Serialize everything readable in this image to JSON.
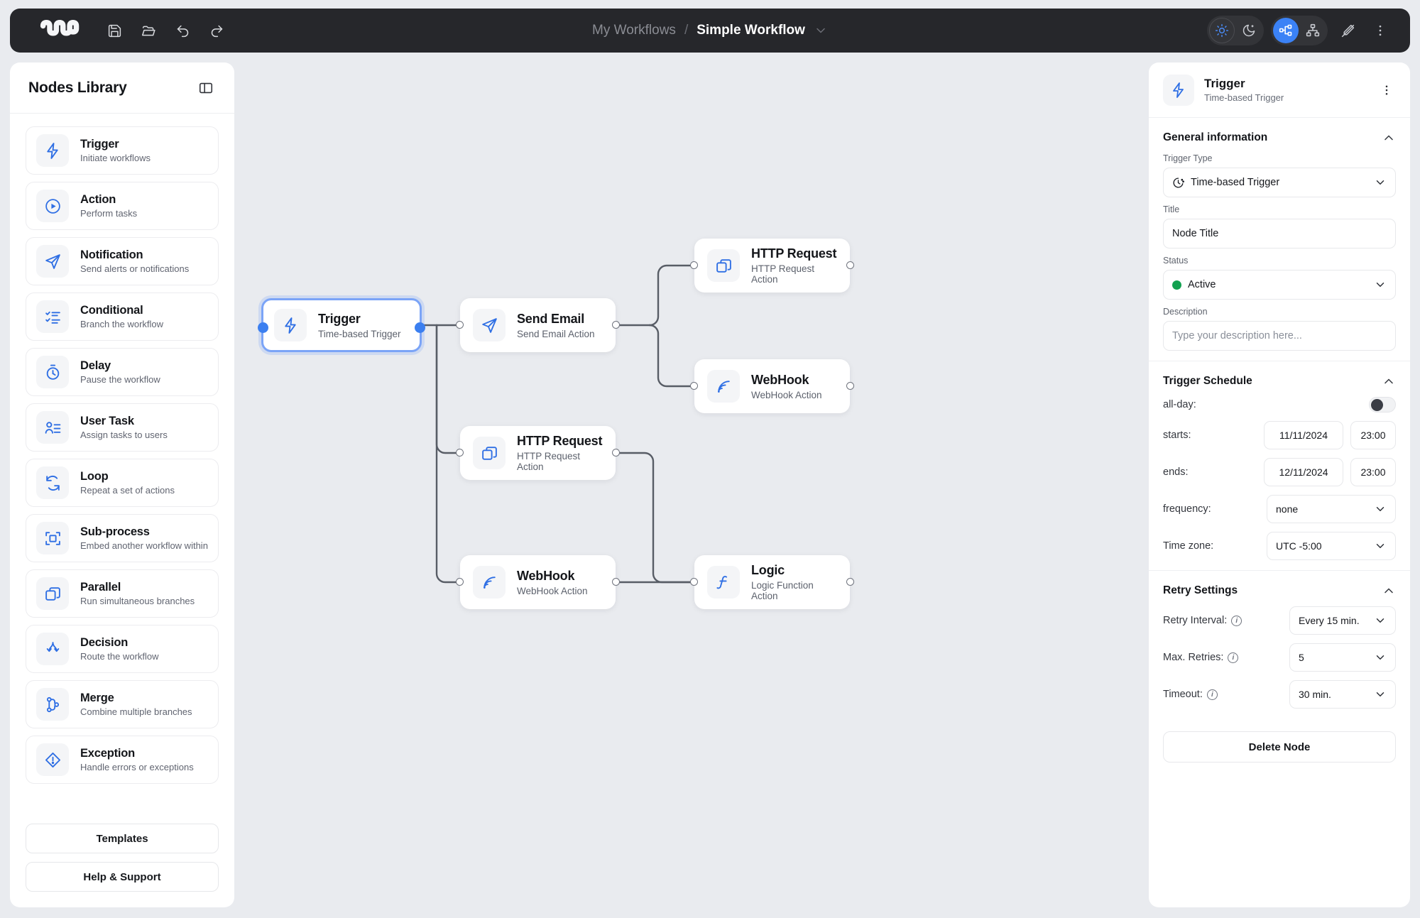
{
  "topbar": {
    "logo_name": "workflow-logo",
    "tools": [
      {
        "name": "save-icon",
        "label": "Save"
      },
      {
        "name": "open-folder-icon",
        "label": "Open"
      },
      {
        "name": "undo-icon",
        "label": "Undo"
      },
      {
        "name": "redo-icon",
        "label": "Redo"
      }
    ],
    "breadcrumb": {
      "parent": "My Workflows",
      "separator": "/",
      "current": "Simple Workflow"
    },
    "right_tools": [
      {
        "name": "sun-icon",
        "label": "Light theme",
        "state": "active"
      },
      {
        "name": "moon-icon",
        "label": "Dark theme",
        "state": "inactive"
      },
      {
        "name": "horizontal-layout-icon",
        "label": "Horizontal layout",
        "state": "active"
      },
      {
        "name": "vertical-layout-icon",
        "label": "Vertical layout",
        "state": "inactive"
      },
      {
        "name": "edit-off-icon",
        "label": "Toggle edit"
      },
      {
        "name": "more-vertical-icon",
        "label": "More options"
      }
    ]
  },
  "sidebar": {
    "title": "Nodes Library",
    "collapse_icon": "panel-collapse-icon",
    "items": [
      {
        "title": "Trigger",
        "subtitle": "Initiate workflows",
        "icon": "bolt-icon"
      },
      {
        "title": "Action",
        "subtitle": "Perform tasks",
        "icon": "play-circle-icon"
      },
      {
        "title": "Notification",
        "subtitle": "Send alerts or notifications",
        "icon": "paper-plane-icon"
      },
      {
        "title": "Conditional",
        "subtitle": "Branch the workflow",
        "icon": "checklist-icon"
      },
      {
        "title": "Delay",
        "subtitle": "Pause the workflow",
        "icon": "stopwatch-icon"
      },
      {
        "title": "User Task",
        "subtitle": "Assign tasks to users",
        "icon": "user-list-icon"
      },
      {
        "title": "Loop",
        "subtitle": "Repeat a set of actions",
        "icon": "loop-arrows-icon"
      },
      {
        "title": "Sub-process",
        "subtitle": "Embed another workflow within",
        "icon": "frame-square-icon"
      },
      {
        "title": "Parallel",
        "subtitle": "Run simultaneous branches",
        "icon": "stacked-squares-icon"
      },
      {
        "title": "Decision",
        "subtitle": "Route the workflow",
        "icon": "split-arrows-icon"
      },
      {
        "title": "Merge",
        "subtitle": "Combine multiple branches",
        "icon": "git-merge-icon"
      },
      {
        "title": "Exception",
        "subtitle": "Handle errors or exceptions",
        "icon": "diamond-alert-icon"
      }
    ],
    "footer_buttons": [
      {
        "label": "Templates"
      },
      {
        "label": "Help & Support"
      }
    ]
  },
  "canvas": {
    "nodes": [
      {
        "id": "trigger",
        "title": "Trigger",
        "subtitle": "Time-based Trigger",
        "icon": "bolt-icon",
        "selected": true
      },
      {
        "id": "send-email",
        "title": "Send Email",
        "subtitle": "Send Email Action",
        "icon": "paper-plane-icon",
        "selected": false
      },
      {
        "id": "http-request-top",
        "title": "HTTP Request",
        "subtitle": "HTTP Request Action",
        "icon": "stacked-squares-icon",
        "selected": false
      },
      {
        "id": "webhook-top",
        "title": "WebHook",
        "subtitle": "WebHook Action",
        "icon": "webhook-signal-icon",
        "selected": false
      },
      {
        "id": "http-request-mid",
        "title": "HTTP Request",
        "subtitle": "HTTP Request Action",
        "icon": "stacked-squares-icon",
        "selected": false
      },
      {
        "id": "webhook-bottom",
        "title": "WebHook",
        "subtitle": "WebHook Action",
        "icon": "webhook-signal-icon",
        "selected": false
      },
      {
        "id": "logic",
        "title": "Logic",
        "subtitle": "Logic Function Action",
        "icon": "function-f-icon",
        "selected": false
      }
    ]
  },
  "inspector": {
    "header": {
      "title": "Trigger",
      "subtitle": "Time-based Trigger",
      "icon": "bolt-icon",
      "menu_icon": "more-vertical-icon"
    },
    "general": {
      "section_title": "General information",
      "trigger_type_label": "Trigger Type",
      "trigger_type_value": "Time-based Trigger",
      "trigger_type_icon": "clock-icon",
      "title_label": "Title",
      "title_value": "Node Title",
      "status_label": "Status",
      "status_value": "Active",
      "status_color": "#12a150",
      "description_label": "Description",
      "description_placeholder": "Type your description here..."
    },
    "schedule": {
      "section_title": "Trigger Schedule",
      "all_day_label": "all-day:",
      "all_day_state": "off",
      "starts_label": "starts:",
      "starts_date": "11/11/2024",
      "starts_time": "23:00",
      "ends_label": "ends:",
      "ends_date": "12/11/2024",
      "ends_time": "23:00",
      "frequency_label": "frequency:",
      "frequency_value": "none",
      "timezone_label": "Time zone:",
      "timezone_value": "UTC -5:00"
    },
    "retry": {
      "section_title": "Retry Settings",
      "retry_interval_label": "Retry Interval:",
      "retry_interval_value": "Every 15 min.",
      "max_retries_label": "Max. Retries:",
      "max_retries_value": "5",
      "timeout_label": "Timeout:",
      "timeout_value": "30 min."
    },
    "delete_label": "Delete Node"
  },
  "colors": {
    "accent": "#3b82f6",
    "node_icon": "#2f6fe4",
    "topbar_bg": "#26272b",
    "canvas_bg": "#e9ebef",
    "status_green": "#12a150"
  }
}
